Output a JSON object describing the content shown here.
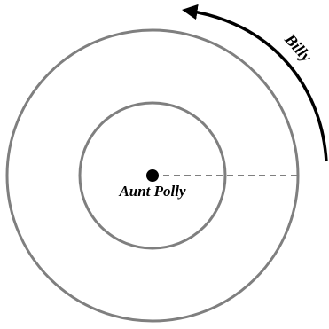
{
  "labels": {
    "center": "Aunt Polly",
    "mover": "Billy"
  },
  "colors": {
    "ring_stroke": "#7f7f7f",
    "radius_line": "#7f7f7f",
    "arrow": "#000000",
    "center_dot": "#000000",
    "text": "#000000",
    "background": "#ffffff"
  },
  "arrow_direction": "counter-clockwise"
}
